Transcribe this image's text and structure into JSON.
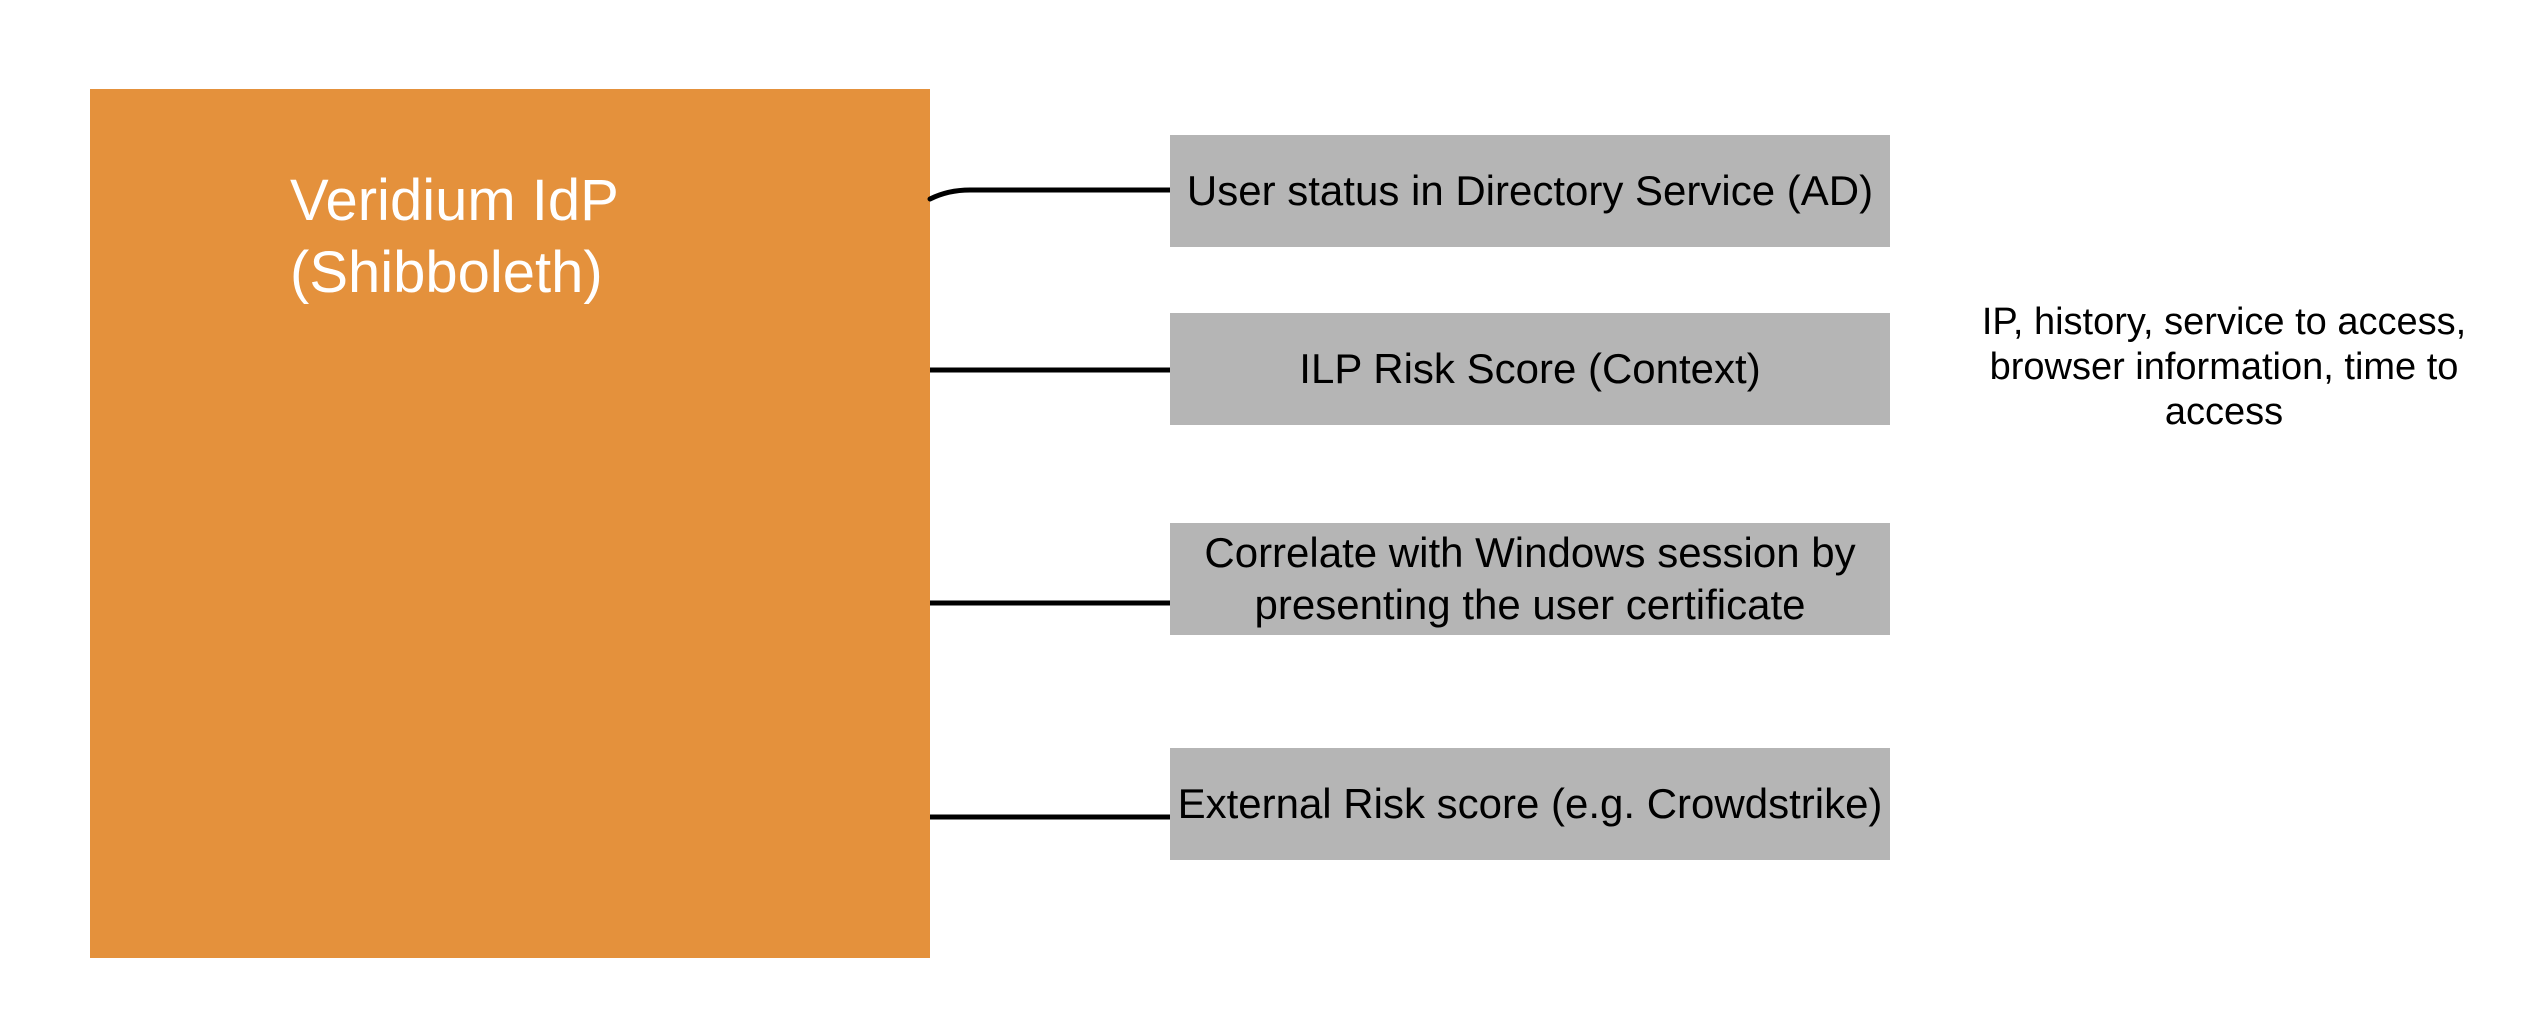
{
  "diagram": {
    "main_node": {
      "label": "Veridium IdP\n(Shibboleth)"
    },
    "factors": [
      {
        "label": "User status in Directory Service (AD)"
      },
      {
        "label": "ILP Risk Score (Context)"
      },
      {
        "label": "Correlate with Windows session by\npresenting the user certificate"
      },
      {
        "label": "External Risk score (e.g. Crowdstrike)"
      }
    ],
    "annotation": {
      "text": "IP, history, service to access,\nbrowser information, time to\naccess"
    },
    "colors": {
      "main_node_fill": "#E4913C",
      "main_node_text": "#FFFFFF",
      "factor_fill": "#B5B5B5",
      "factor_text": "#000000",
      "connector": "#000000",
      "background": "#FFFFFF"
    }
  }
}
